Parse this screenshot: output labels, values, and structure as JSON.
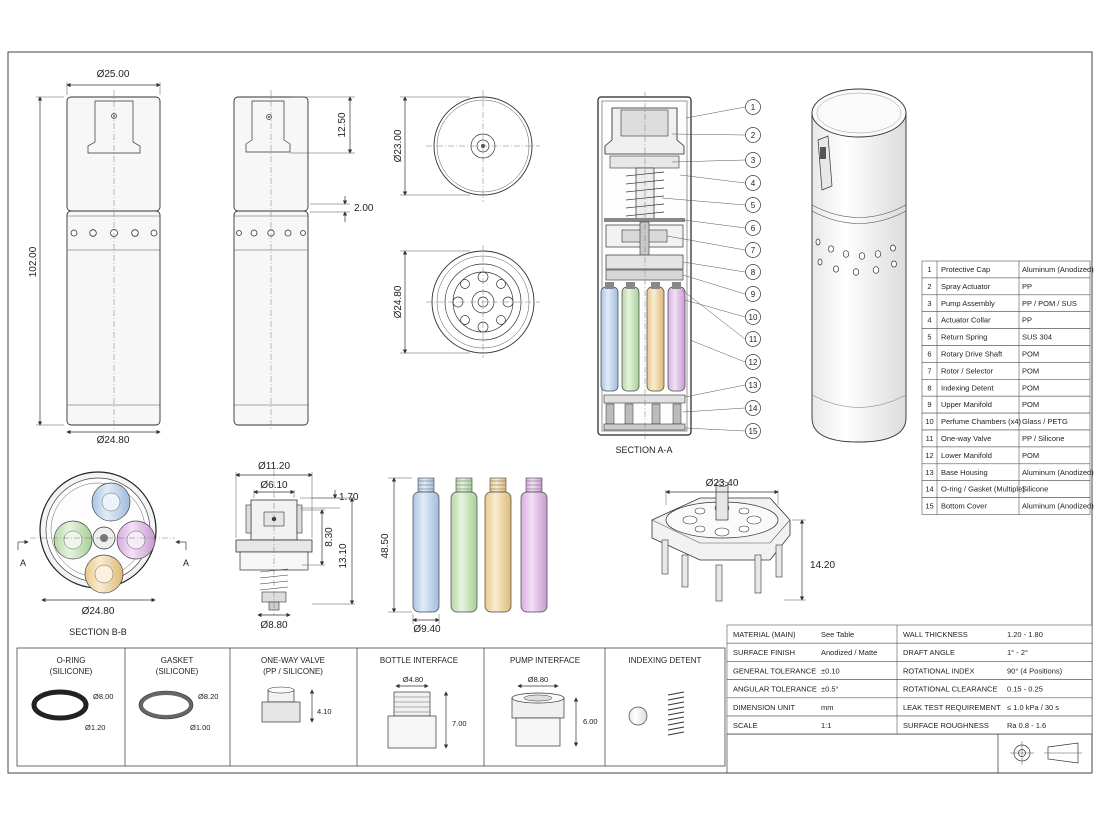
{
  "dimensions": {
    "d_25_00": "Ø25.00",
    "h_102_00": "102.00",
    "d_24_80_front": "Ø24.80",
    "h_12_50": "12.50",
    "h_2_00": "2.00",
    "d_23_00": "Ø23.00",
    "d_24_80_bottom": "Ø24.80",
    "d_24_80_section": "Ø24.80",
    "d_11_20": "Ø11.20",
    "d_6_10": "Ø6.10",
    "h_1_70": "1.70",
    "h_8_30": "8.30",
    "h_13_10": "13.10",
    "d_8_80": "Ø8.80",
    "h_48_50": "48.50",
    "d_9_40": "Ø9.40",
    "d_23_40": "Ø23.40",
    "h_14_20": "14.20"
  },
  "views": {
    "section_aa": "SECTION A-A",
    "section_bb": "SECTION B-B",
    "cut_left": "A",
    "cut_right": "A"
  },
  "balloons": [
    "1",
    "2",
    "3",
    "4",
    "5",
    "6",
    "7",
    "8",
    "9",
    "10",
    "11",
    "12",
    "13",
    "14",
    "15"
  ],
  "bom": [
    {
      "no": "1",
      "part": "Protective Cap",
      "material": "Aluminum (Anodized)"
    },
    {
      "no": "2",
      "part": "Spray Actuator",
      "material": "PP"
    },
    {
      "no": "3",
      "part": "Pump Assembly",
      "material": "PP / POM / SUS"
    },
    {
      "no": "4",
      "part": "Actuator Collar",
      "material": "PP"
    },
    {
      "no": "5",
      "part": "Return Spring",
      "material": "SUS 304"
    },
    {
      "no": "6",
      "part": "Rotary Drive Shaft",
      "material": "POM"
    },
    {
      "no": "7",
      "part": "Rotor / Selector",
      "material": "POM"
    },
    {
      "no": "8",
      "part": "Indexing Detent",
      "material": "POM"
    },
    {
      "no": "9",
      "part": "Upper Manifold",
      "material": "POM"
    },
    {
      "no": "10",
      "part": "Perfume Chambers (x4)",
      "material": "Glass / PETG"
    },
    {
      "no": "11",
      "part": "One-way Valve",
      "material": "PP / Silicone"
    },
    {
      "no": "12",
      "part": "Lower Manifold",
      "material": "POM"
    },
    {
      "no": "13",
      "part": "Base Housing",
      "material": "Aluminum (Anodized)"
    },
    {
      "no": "14",
      "part": "O-ring / Gasket (Multiple)",
      "material": "Silicone"
    },
    {
      "no": "15",
      "part": "Bottom Cover",
      "material": "Aluminum (Anodized)"
    }
  ],
  "details": [
    {
      "title1": "O-RING",
      "title2": "(SILICONE)",
      "dim1": "Ø8.00",
      "dim2": "Ø1.20"
    },
    {
      "title1": "GASKET",
      "title2": "(SILICONE)",
      "dim1": "Ø8.20",
      "dim2": "Ø1.00"
    },
    {
      "title1": "ONE-WAY VALVE",
      "title2": "(PP / SILICONE)",
      "dim1": "4.10",
      "dim2": ""
    },
    {
      "title1": "BOTTLE INTERFACE",
      "title2": "",
      "dim1": "Ø4.80",
      "dim2": "7.00"
    },
    {
      "title1": "PUMP INTERFACE",
      "title2": "",
      "dim1": "Ø8.80",
      "dim2": "6.00"
    },
    {
      "title1": "INDEXING DETENT",
      "title2": "",
      "dim1": "",
      "dim2": ""
    }
  ],
  "specs": [
    {
      "k1": "MATERIAL (MAIN)",
      "v1": "See Table",
      "k2": "WALL THICKNESS",
      "v2": "1.20 - 1.80"
    },
    {
      "k1": "SURFACE FINISH",
      "v1": "Anodized / Matte",
      "k2": "DRAFT ANGLE",
      "v2": "1° - 2°"
    },
    {
      "k1": "GENERAL TOLERANCE",
      "v1": "±0.10",
      "k2": "ROTATIONAL INDEX",
      "v2": "90° (4 Positions)"
    },
    {
      "k1": "ANGULAR TOLERANCE",
      "v1": "±0.5°",
      "k2": "ROTATIONAL CLEARANCE",
      "v2": "0.15 - 0.25"
    },
    {
      "k1": "DIMENSION UNIT",
      "v1": "mm",
      "k2": "LEAK TEST REQUIREMENT",
      "v2": "≤ 1.0 kPa / 30 s"
    },
    {
      "k1": "SCALE",
      "v1": "1:1",
      "k2": "SURFACE ROUGHNESS",
      "v2": "Ra 0.8 - 1.6"
    }
  ],
  "symbols": {
    "projection": "third-angle-projection-icon"
  },
  "colors": {
    "chamber_blue": "#bcd3ec",
    "chamber_green": "#c8e3bd",
    "chamber_amber": "#f1d9a8",
    "chamber_pink": "#e3c3e6"
  }
}
